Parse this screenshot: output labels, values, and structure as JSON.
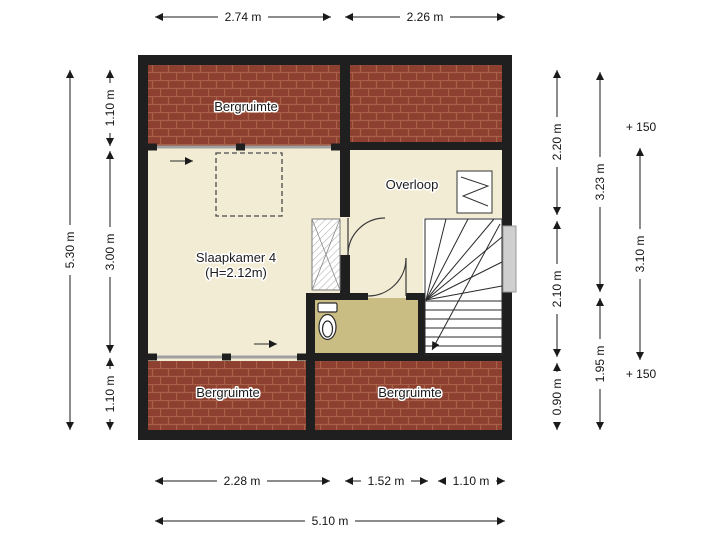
{
  "colors": {
    "wall": "#1f1f1f",
    "roof_tile": "#8d4030",
    "roof_joint": "#a96048",
    "floor": "#f3ecd4",
    "toilet_floor": "#cabd84",
    "stairs": "#ffffff",
    "canvas": "#ffffff",
    "notch": "#cfcfcf"
  },
  "rooms": {
    "bergruimte_top": "Bergruimte",
    "overloop": "Overloop",
    "slaapkamer_name": "Slaapkamer 4",
    "slaapkamer_height": "(H=2.12m)",
    "bergruimte_bottom_left": "Bergruimte",
    "bergruimte_bottom_right": "Bergruimte"
  },
  "dimensions": {
    "top_left": "2.74 m",
    "top_right": "2.26 m",
    "bottom_left": "2.28 m",
    "bottom_middle": "1.52 m",
    "bottom_right": "1.10 m",
    "bottom_total": "5.10 m",
    "left_total": "5.30 m",
    "left_top": "1.10 m",
    "left_middle": "3.00 m",
    "left_bottom": "1.10 m",
    "right_inner_top": "2.20 m",
    "right_inner_middle": "2.10 m",
    "right_inner_bottom": "0.90 m",
    "right_middle_top": "3.23 m",
    "right_middle_bottom": "1.95 m",
    "right_outer": "3.10 m",
    "elevation_top": "+ 150",
    "elevation_bottom": "+ 150"
  }
}
